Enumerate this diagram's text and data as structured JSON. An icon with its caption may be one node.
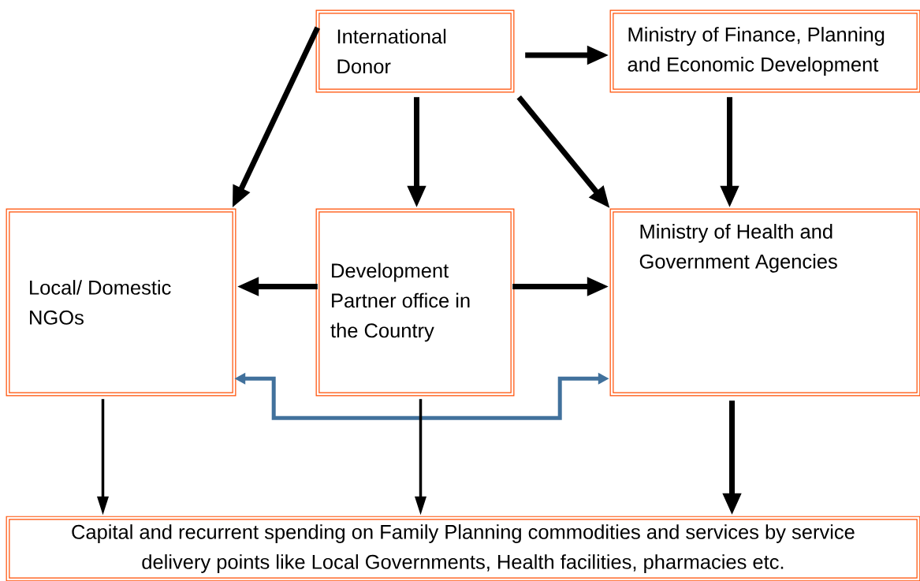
{
  "diagram": {
    "nodes": [
      {
        "text": [
          "International Donor"
        ]
      },
      {
        "text": [
          "Ministry of Finance, Planning and Economic Development"
        ]
      },
      {
        "text": [
          "Local/ Domestic NGOs"
        ]
      },
      {
        "text": [
          "Development Partner office in the Country"
        ]
      },
      {
        "text": [
          "Ministry of Health and Government Agencies"
        ]
      },
      {
        "text": [
          "Capital and recurrent spending on Family Planning commodities and services by service delivery points like Local Governments, Health facilities, pharmacies etc."
        ]
      }
    ],
    "edges": [
      {
        "from": 0,
        "to": 2,
        "arrow": "to"
      },
      {
        "from": 0,
        "to": 3,
        "arrow": "to"
      },
      {
        "from": 0,
        "to": 1,
        "arrow": "to"
      },
      {
        "from": 0,
        "to": 4,
        "arrow": "to"
      },
      {
        "from": 1,
        "to": 4,
        "arrow": "to"
      },
      {
        "from": 3,
        "to": 2,
        "arrow": "to"
      },
      {
        "from": 3,
        "to": 4,
        "arrow": "to"
      },
      {
        "from": 2,
        "to": 4,
        "arrow": "both",
        "color": "#41719c"
      },
      {
        "from": 2,
        "to": 5,
        "arrow": "to"
      },
      {
        "from": 3,
        "to": 5,
        "arrow": "to"
      },
      {
        "from": 4,
        "to": 5,
        "arrow": "to"
      }
    ]
  }
}
